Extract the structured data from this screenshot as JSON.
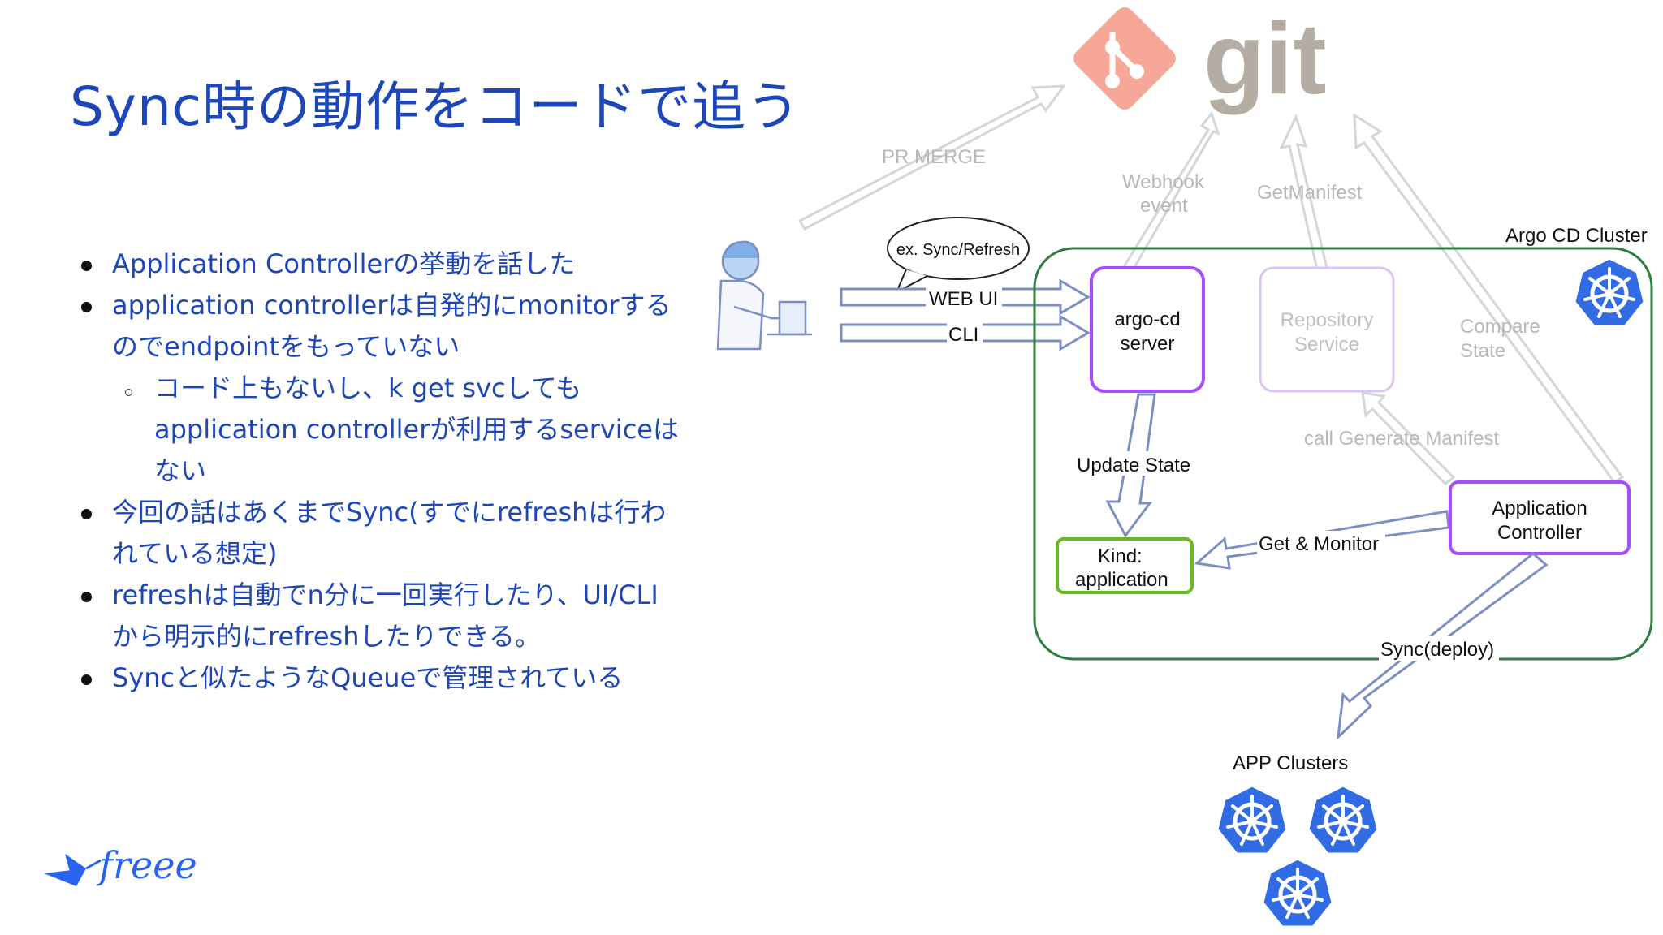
{
  "title": "Sync時の動作をコードで追う",
  "bullets": [
    {
      "text": "Application Controllerの挙動を話した",
      "level": 1
    },
    {
      "text": "application controllerは自発的にmonitorするのでendpointをもっていない",
      "level": 1
    },
    {
      "text": "コード上もないし、k get svcしてもapplication controllerが利用するserviceはない",
      "level": 2
    },
    {
      "text": "今回の話はあくまでSync(すでにrefreshは行われている想定)",
      "level": 1
    },
    {
      "text": "refreshは自動でn分に一回実行したり、UI/CLIから明示的にrefreshしたりできる。",
      "level": 1
    },
    {
      "text": "Syncと似たようなQueueで管理されている",
      "level": 1
    }
  ],
  "diagram": {
    "git_label": "git",
    "pr_merge": "PR MERGE",
    "webhook_line1": "Webhook",
    "webhook_line2": "event",
    "getmanifest": "GetManifest",
    "bubble": "ex. Sync/Refresh",
    "web_ui": "WEB UI",
    "cli": "CLI",
    "cluster_label": "Argo CD Cluster",
    "server_line1": "argo-cd",
    "server_line2": "server",
    "repo_line1": "Repository",
    "repo_line2": "Service",
    "compare_line1": "Compare",
    "compare_line2": "State",
    "call_generate": "call Generate Manifest",
    "update_state": "Update State",
    "kind_line1": "Kind:",
    "kind_line2": "application",
    "get_monitor": "Get & Monitor",
    "appctrl_line1": "Application",
    "appctrl_line2": "Controller",
    "sync_deploy": "Sync(deploy)",
    "app_clusters": "APP Clusters"
  },
  "logo_text": "freee",
  "colors": {
    "title": "#1d46b8",
    "git_orange": "#f05133",
    "git_gray": "#7a6a5a",
    "k8s_blue": "#326ce5",
    "server_border": "#a64dff",
    "kind_border": "#66bb22",
    "cluster_border": "#2e7d3e",
    "arrow_stroke": "#7b8fc2"
  }
}
